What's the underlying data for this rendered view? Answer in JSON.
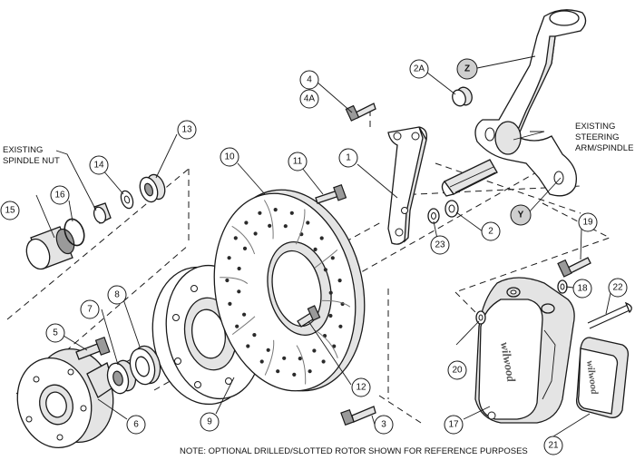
{
  "callouts": {
    "spindle_nut": [
      "EXISTING",
      "SPINDLE NUT"
    ],
    "steering_arm": [
      "EXISTING",
      "STEERING",
      "ARM/SPINDLE"
    ]
  },
  "note": "NOTE: OPTIONAL DRILLED/SLOTTED ROTOR SHOWN FOR REFERENCE PURPOSES",
  "brand": "wilwood",
  "labels": {
    "p1": "1",
    "p2": "2",
    "p2a": "2A",
    "p3": "3",
    "p4": "4",
    "p4a": "4A",
    "p5": "5",
    "p6": "6",
    "p7": "7",
    "p8": "8",
    "p9": "9",
    "p10": "10",
    "p11": "11",
    "p12": "12",
    "p13": "13",
    "p14": "14",
    "p15": "15",
    "p16": "16",
    "p17": "17",
    "p18": "18",
    "p19": "19",
    "p20": "20",
    "p21": "21",
    "p22": "22",
    "p23": "23",
    "y": "Y",
    "z": "Z"
  }
}
